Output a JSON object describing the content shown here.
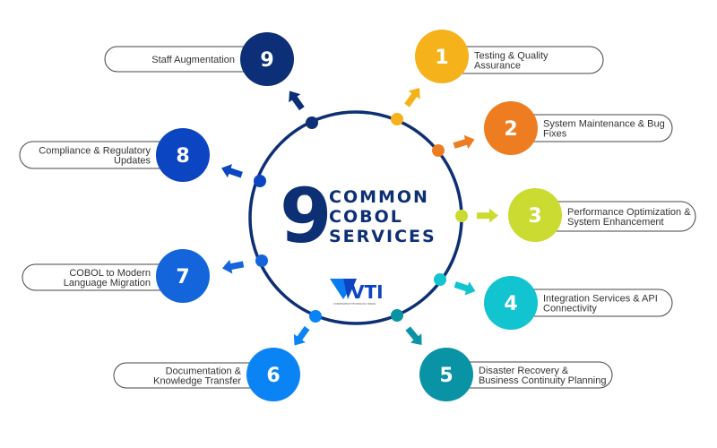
{
  "title": {
    "number": "9",
    "lines": [
      "COMMON",
      "COBOL",
      "SERVICES"
    ]
  },
  "logo": {
    "text": "VTI",
    "tagline": "CONVERGENCE TECHNOLOGY INDIAN"
  },
  "ring_color": "#0d2f74",
  "services": [
    {
      "number": "1",
      "lines": [
        "Testing & Quality",
        "Assurance"
      ],
      "color": "#f5b21b"
    },
    {
      "number": "2",
      "lines": [
        "System Maintenance & Bug",
        "Fixes"
      ],
      "color": "#ee7d22"
    },
    {
      "number": "3",
      "lines": [
        "Performance Optimization &",
        "System Enhancement"
      ],
      "color": "#cbdb31"
    },
    {
      "number": "4",
      "lines": [
        "Integration Services & API",
        "Connectivity"
      ],
      "color": "#12c3d0"
    },
    {
      "number": "5",
      "lines": [
        "Disaster Recovery &",
        "Business Continuity Planning"
      ],
      "color": "#0a93a5"
    },
    {
      "number": "6",
      "lines": [
        "Documentation &",
        "Knowledge Transfer"
      ],
      "color": "#0a84f5"
    },
    {
      "number": "7",
      "lines": [
        "COBOL to Modern",
        "Language Migration"
      ],
      "color": "#1464dc"
    },
    {
      "number": "8",
      "lines": [
        "Compliance & Regulatory",
        "Updates"
      ],
      "color": "#0c45c2"
    },
    {
      "number": "9",
      "lines": [
        "Staff Augmentation"
      ],
      "color": "#0c2f78"
    }
  ]
}
